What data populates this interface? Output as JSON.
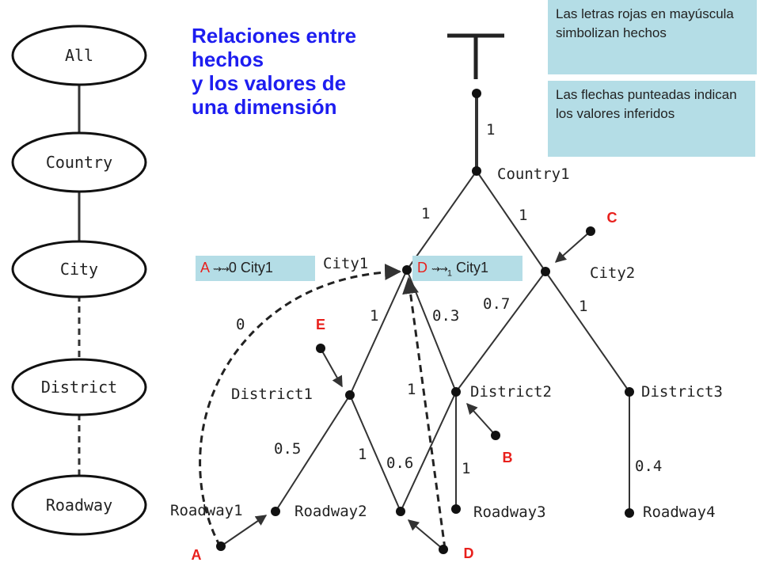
{
  "title": {
    "line1": "Relaciones entre",
    "line2": "hechos",
    "line3": "y los valores de",
    "line4": "una dimensión"
  },
  "notes": {
    "facts": "Las letras rojas en mayúscula simbolizan hechos",
    "dotted": "Las flechas punteadas indican los valores inferidos"
  },
  "hierarchy": {
    "levels": [
      "All",
      "Country",
      "City",
      "District",
      "Roadway"
    ]
  },
  "nodes": {
    "top": "T",
    "country1": "Country1",
    "city1": "City1",
    "city2": "City2",
    "district1": "District1",
    "district2": "District2",
    "district3": "District3",
    "roadway1": "Roadway1",
    "roadway2": "Roadway2",
    "roadway3": "Roadway3",
    "roadway4": "Roadway4"
  },
  "edge_labels": {
    "top_country1": "1",
    "country1_city1": "1",
    "country1_city2": "1",
    "city1_district1": "1",
    "city1_district2": "0.3",
    "city2_district2": "0.7",
    "city2_district3": "1",
    "district1_roadway1": "0.5",
    "district1_roadway2": "1",
    "district2_roadway2": "0.6",
    "district2_roadway3": "1",
    "district3_roadway4": "0.4",
    "inferred_a_city1": "0",
    "inferred_d_city1": "1"
  },
  "facts": {
    "a": "A",
    "b": "B",
    "c": "C",
    "d": "D",
    "e": "E"
  },
  "inferred": {
    "a_letter": "A",
    "a_arrow": "⇝⇝",
    "a_sub": "0",
    "a_target": "City1",
    "d_letter": "D",
    "d_arrow": "⇝⇝",
    "d_sub": "1",
    "d_target": "City1"
  },
  "colors": {
    "title": "#1d1df0",
    "note_bg": "#b4dde6",
    "fact": "#e8201c",
    "line": "#333333"
  }
}
